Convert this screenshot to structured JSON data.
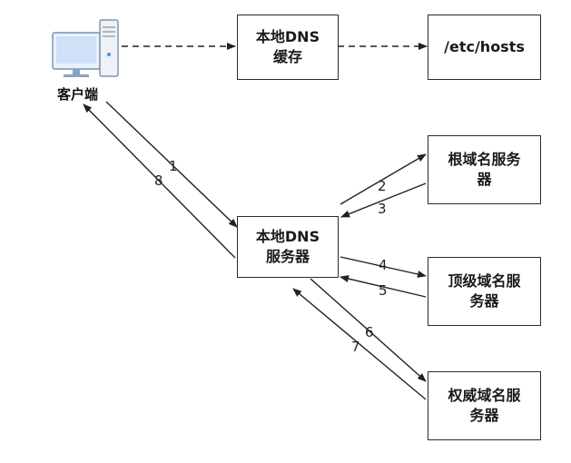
{
  "nodes": {
    "client": "客户端",
    "local_cache": "本地DNS\n缓存",
    "hosts": "/etc/hosts",
    "local_server": "本地DNS\n服务器",
    "root": "根域名服务\n器",
    "tld": "顶级域名服\n务器",
    "auth": "权威域名服\n务器"
  },
  "steps": [
    "1",
    "2",
    "3",
    "4",
    "5",
    "6",
    "7",
    "8"
  ]
}
